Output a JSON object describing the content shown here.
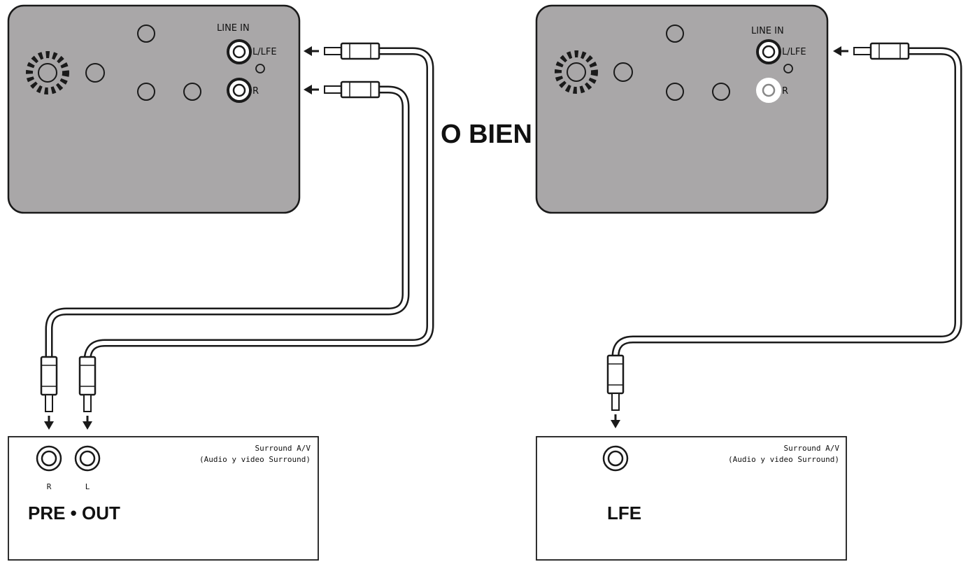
{
  "left_sub": {
    "line_in": "LINE IN",
    "jack_l": "L/LFE",
    "jack_r": "R"
  },
  "right_sub": {
    "line_in": "LINE IN",
    "jack_l": "L/LFE",
    "jack_r": "R"
  },
  "separator": "O BIEN",
  "left_receiver": {
    "title_line1": "Surround A/V",
    "title_line2": "(Audio y video Surround)",
    "jack_r": "R",
    "jack_l": "L",
    "output_label": "PRE • OUT"
  },
  "right_receiver": {
    "title_line1": "Surround A/V",
    "title_line2": "(Audio y video Surround)",
    "output_label": "LFE"
  },
  "colors": {
    "panel": "#a9a7a8",
    "outline": "#1a1a1a",
    "cable": "#ffffff"
  }
}
